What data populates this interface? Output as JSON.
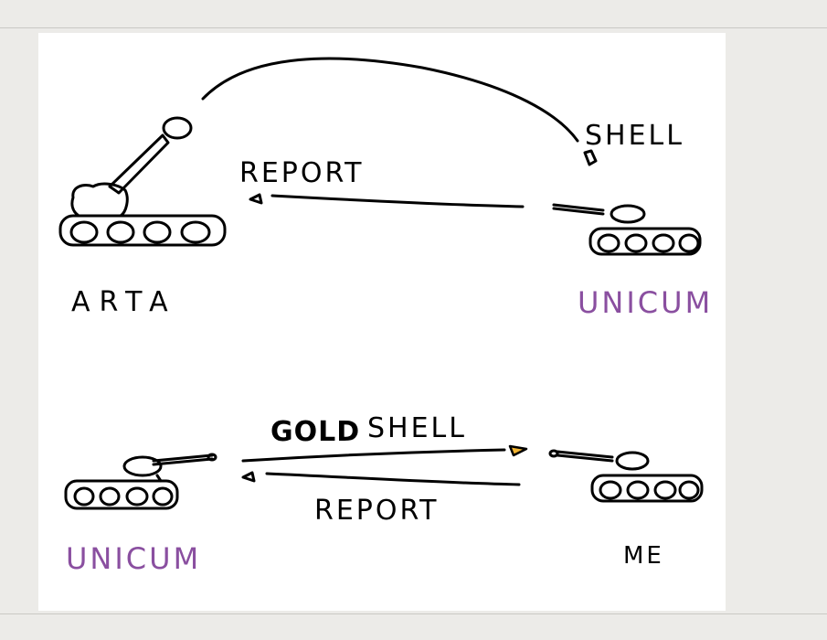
{
  "labels": {
    "shell_top": "SHELL",
    "report_top": "REPORT",
    "arta": "ARTA",
    "unicum_top": "UNICUM",
    "gold": "GOLD",
    "shell_bottom": "SHELL",
    "report_bottom": "REPORT",
    "unicum_bottom": "UNICUM",
    "me": "ME"
  },
  "colors": {
    "ink": "#000000",
    "unicum": "#8a4fa0",
    "gold_shell": "#f2b431",
    "canvas": "#ffffff",
    "chrome": "#ecebe8"
  },
  "icons": [
    "artillery-tank-icon",
    "unicum-tank-icon",
    "player-tank-icon",
    "shell-icon",
    "gold-shell-icon",
    "report-arrow-icon"
  ]
}
